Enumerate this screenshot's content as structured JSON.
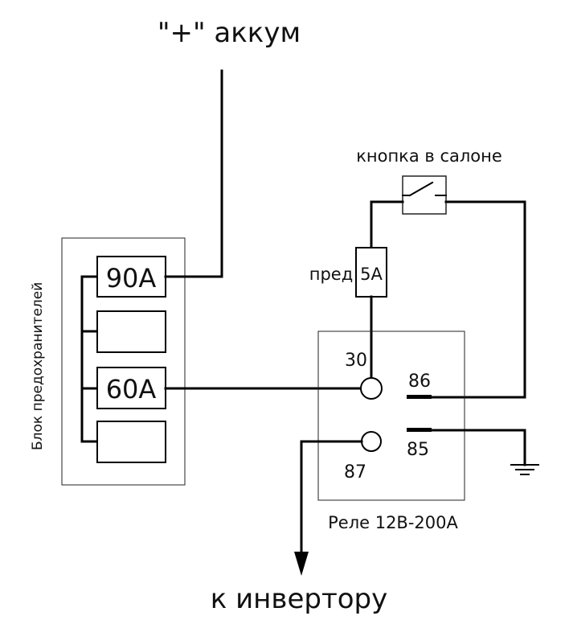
{
  "labels": {
    "battery_plus": "\"+\" аккум",
    "button": "кнопка в салоне",
    "fuse_prefix": "пред",
    "fuse_rating": "5А",
    "fuse_block": "Блок предохранителей",
    "fuse_90": "90А",
    "fuse_60": "60А",
    "pin_30": "30",
    "pin_86": "86",
    "pin_85": "85",
    "pin_87": "87",
    "relay": "Реле 12В-200А",
    "to_inverter": "к инвертору"
  }
}
